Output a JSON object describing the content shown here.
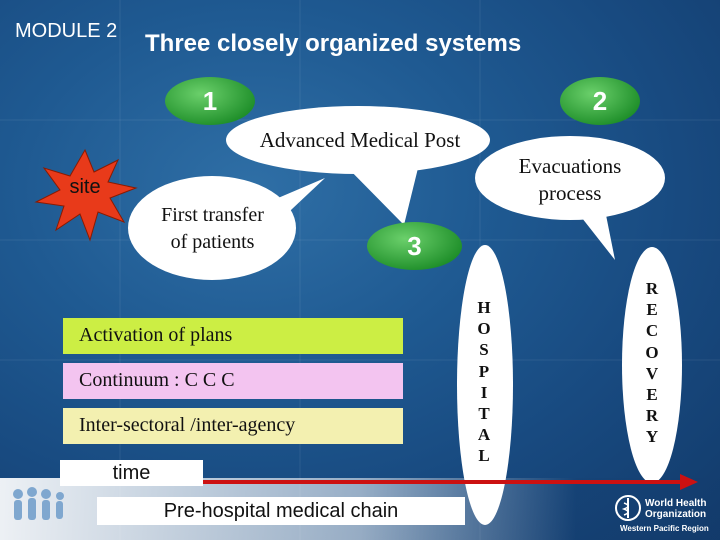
{
  "header": {
    "module": "MODULE 2",
    "title": "Three closely organized systems"
  },
  "badges": {
    "one": "1",
    "two": "2",
    "three": "3"
  },
  "bubbles": {
    "advanced_medical_post": "Advanced Medical Post",
    "evacuations_line1": "Evacuations",
    "evacuations_line2": "process",
    "transfer_line1": "First transfer",
    "transfer_line2": "of patients",
    "site": "site"
  },
  "bars": {
    "activation": "Activation of plans",
    "continuum": "Continuum : C C C",
    "intersectoral": "Inter-sectoral /inter-agency"
  },
  "timeline": {
    "time": "time",
    "chain": "Pre-hospital medical chain"
  },
  "vertical": {
    "hospital": [
      "H",
      "O",
      "S",
      "P",
      "I",
      "T",
      "A",
      "L"
    ],
    "recovery": [
      "R",
      "E",
      "C",
      "O",
      "V",
      "E",
      "R",
      "Y"
    ]
  },
  "footer": {
    "who_line1": "World Health",
    "who_line2": "Organization",
    "who_region": "Western Pacific Region"
  },
  "colors": {
    "background": "#1f5a92",
    "badge_green": "#1f8f2a",
    "bar_activation": "#ccee44",
    "bar_continuum": "#f3c4f0",
    "bar_intersectoral": "#f3f0b0",
    "arrow_red": "#cc1111",
    "site_star": "#e83a1a"
  },
  "icons": {
    "site": "explosion-star-icon",
    "who": "who-emblem-icon"
  }
}
